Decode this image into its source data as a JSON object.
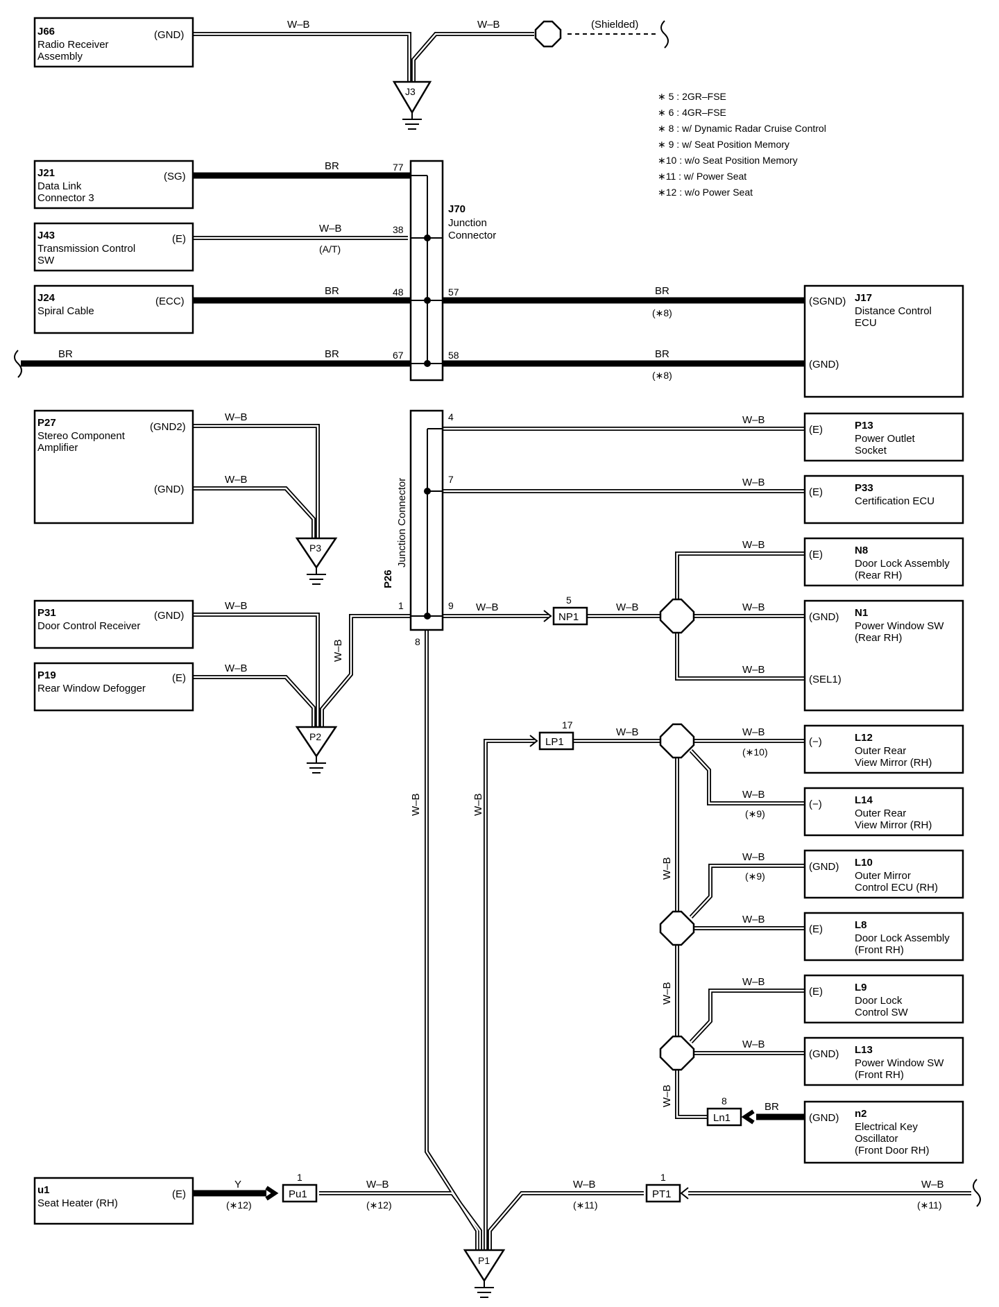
{
  "components": {
    "J66": {
      "code": "J66",
      "name": [
        "Radio Receiver",
        "Assembly"
      ],
      "pins": [
        "(GND)"
      ]
    },
    "J21": {
      "code": "J21",
      "name": [
        "Data Link",
        "Connector 3"
      ],
      "pins": [
        "(SG)"
      ]
    },
    "J43": {
      "code": "J43",
      "name": [
        "Transmission Control",
        "SW"
      ],
      "pins": [
        "(E)"
      ]
    },
    "J24": {
      "code": "J24",
      "name": [
        "Spiral Cable"
      ],
      "pins": [
        "(ECC)"
      ]
    },
    "J17": {
      "code": "J17",
      "name": [
        "Distance Control",
        "ECU"
      ],
      "pins": [
        "(SGND)",
        "(GND)"
      ]
    },
    "P27": {
      "code": "P27",
      "name": [
        "Stereo Component",
        "Amplifier"
      ],
      "pins": [
        "(GND2)",
        "(GND)"
      ]
    },
    "P31": {
      "code": "P31",
      "name": [
        "Door Control Receiver"
      ],
      "pins": [
        "(GND)"
      ]
    },
    "P19": {
      "code": "P19",
      "name": [
        "Rear Window Defogger"
      ],
      "pins": [
        "(E)"
      ]
    },
    "P13": {
      "code": "P13",
      "name": [
        "Power Outlet",
        "Socket"
      ],
      "pins": [
        "(E)"
      ]
    },
    "P33": {
      "code": "P33",
      "name": [
        "Certification ECU"
      ],
      "pins": [
        "(E)"
      ]
    },
    "N8": {
      "code": "N8",
      "name": [
        "Door Lock Assembly",
        "(Rear RH)"
      ],
      "pins": [
        "(E)"
      ]
    },
    "N1": {
      "code": "N1",
      "name": [
        "Power Window SW",
        "(Rear RH)"
      ],
      "pins": [
        "(GND)",
        "(SEL1)"
      ]
    },
    "L12": {
      "code": "L12",
      "name": [
        "Outer Rear",
        "View Mirror (RH)"
      ],
      "pins": [
        "(−)"
      ]
    },
    "L14": {
      "code": "L14",
      "name": [
        "Outer Rear",
        "View Mirror (RH)"
      ],
      "pins": [
        "(−)"
      ]
    },
    "L10": {
      "code": "L10",
      "name": [
        "Outer Mirror",
        "Control ECU (RH)"
      ],
      "pins": [
        "(GND)"
      ]
    },
    "L8": {
      "code": "L8",
      "name": [
        "Door Lock Assembly",
        "(Front RH)"
      ],
      "pins": [
        "(E)"
      ]
    },
    "L9": {
      "code": "L9",
      "name": [
        "Door Lock",
        "Control SW"
      ],
      "pins": [
        "(E)"
      ]
    },
    "L13": {
      "code": "L13",
      "name": [
        "Power Window SW",
        "(Front RH)"
      ],
      "pins": [
        "(GND)"
      ]
    },
    "n2": {
      "code": "n2",
      "name": [
        "Electrical Key",
        "Oscillator",
        "(Front Door RH)"
      ],
      "pins": [
        "(GND)"
      ]
    },
    "u1": {
      "code": "u1",
      "name": [
        "Seat Heater (RH)"
      ],
      "pins": [
        "(E)"
      ]
    }
  },
  "junction_connectors": {
    "J70": {
      "code": "J70",
      "name": [
        "Junction",
        "Connector"
      ],
      "pins": [
        "77",
        "38",
        "48",
        "67",
        "57",
        "58"
      ]
    },
    "P26": {
      "code": "P26",
      "name": "Junction Connector",
      "pins": [
        "4",
        "7",
        "1",
        "9",
        "8"
      ]
    }
  },
  "grounds": [
    "J3",
    "P3",
    "P2",
    "P1"
  ],
  "inline_connectors": {
    "NP1": {
      "code": "NP1",
      "pin": "5"
    },
    "LP1": {
      "code": "LP1",
      "pin": "17"
    },
    "Ln1": {
      "code": "Ln1",
      "pin": "8"
    },
    "Pu1": {
      "code": "Pu1",
      "pin": "1"
    },
    "PT1": {
      "code": "PT1",
      "pin": "1"
    }
  },
  "wire_colors": {
    "wb": "W–B",
    "br": "BR",
    "y": "Y"
  },
  "notes": {
    "shielded": "(Shielded)",
    "at": "(A/T)",
    "c8": "(∗8)",
    "c9": "(∗9)",
    "c10": "(∗10)",
    "c11": "(∗11)",
    "c12": "(∗12)"
  },
  "legend": [
    "∗ 5 : 2GR–FSE",
    "∗ 6 : 4GR–FSE",
    "∗ 8 : w/ Dynamic Radar Cruise Control",
    "∗ 9 : w/ Seat Position Memory",
    "∗10 : w/o Seat Position Memory",
    "∗11 : w/ Power Seat",
    "∗12 : w/o Power Seat"
  ]
}
